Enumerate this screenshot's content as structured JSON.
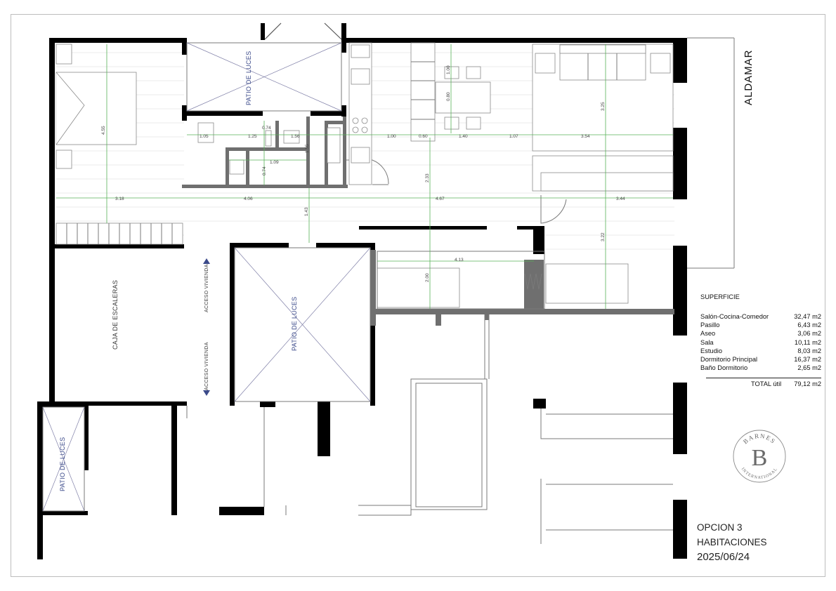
{
  "street": "ALDAMAR",
  "rooms": {
    "patio_top": "PATIO DE LUCES",
    "patio_center": "PATIO DE LUCES",
    "patio_small": "PATIO DE LUCES",
    "stairs": "CAJA DE ESCALERAS",
    "access_1": "ACCESO VIVIENDA",
    "access_2": "ACCESO VIVIENDA"
  },
  "dimensions": [
    "4.55",
    "1.05",
    "1.25",
    "0.74",
    "1.56",
    "1.09",
    "0.74",
    "1.55",
    "1.00",
    "0.60",
    "1.40",
    "1.07",
    "3.54",
    "1.00",
    "0.80",
    "3.25",
    "2.33",
    "3.18",
    "4.06",
    "4.67",
    "3.44",
    "1.43",
    "4.13",
    "2.00",
    "3.22"
  ],
  "surface": {
    "heading": "SUPERFICIE",
    "rows": [
      {
        "name": "Salón-Cocina-Comedor",
        "value": "32,47 m2"
      },
      {
        "name": "Pasillo",
        "value": "6,43 m2"
      },
      {
        "name": "Aseo",
        "value": "3,06 m2"
      },
      {
        "name": "Sala",
        "value": "10,11 m2"
      },
      {
        "name": "Estudio",
        "value": "8,03 m2"
      },
      {
        "name": "Dormitorio Principal",
        "value": "16,37 m2"
      },
      {
        "name": "Baño Dormitorio",
        "value": "2,65 m2"
      }
    ],
    "total_label": "TOTAL útil",
    "total_value": "79,12 m2"
  },
  "footer": {
    "line1": "OPCION 3",
    "line2": "HABITACIONES",
    "date": "2025/06/24"
  },
  "logo": {
    "top": "BARNES",
    "letter": "B",
    "bottom": "INTERNATIONAL"
  }
}
